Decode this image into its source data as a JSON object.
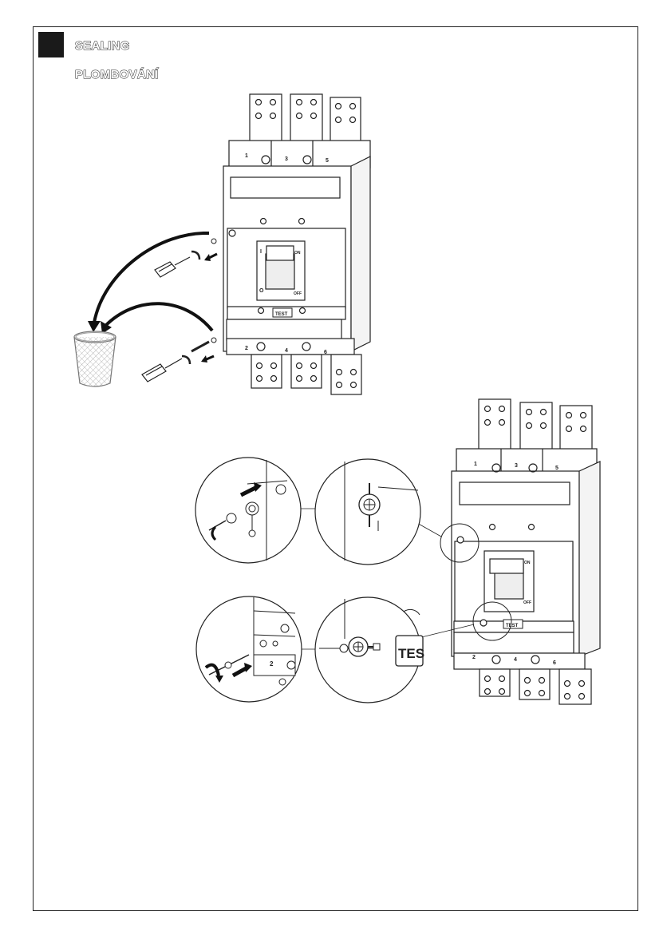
{
  "header": {
    "title_en": "SEALING",
    "title_cz": "PLOMBOVÁNÍ"
  },
  "breaker": {
    "top_terminals": [
      "1",
      "3",
      "5"
    ],
    "bottom_terminals": [
      "2",
      "4",
      "6"
    ],
    "on_label": "ON",
    "off_label": "OFF",
    "test_label": "TEST",
    "on_symbol": "I",
    "off_symbol": "O"
  },
  "detail_label": {
    "terminal_number": "2",
    "test_fragment": "TES"
  }
}
